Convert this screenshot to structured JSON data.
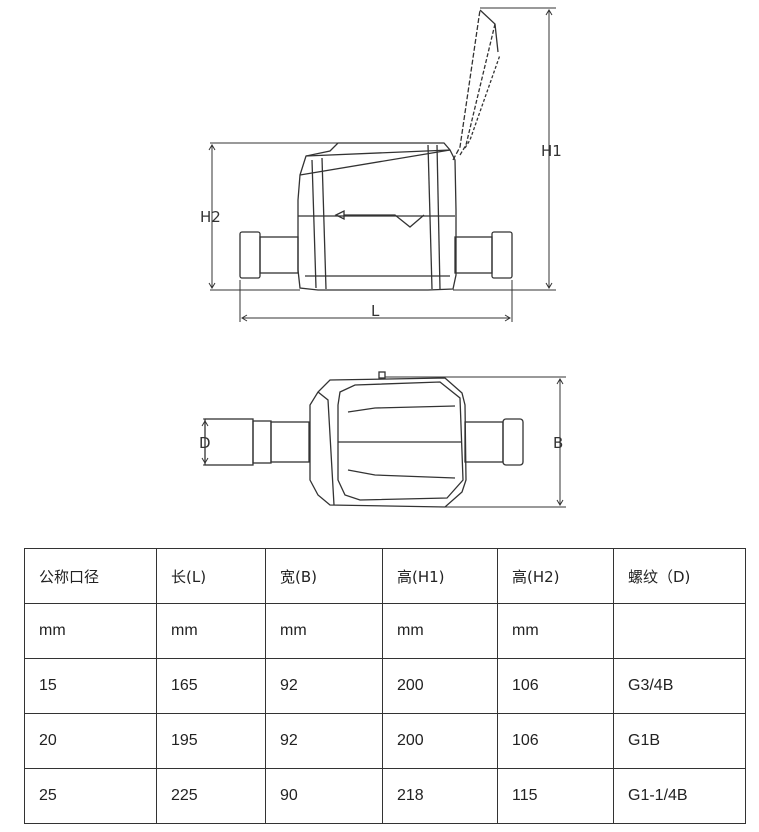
{
  "drawing": {
    "side_view": {
      "labels": {
        "h1": "H1",
        "h2": "H2",
        "length": "L"
      }
    },
    "top_view": {
      "labels": {
        "diameter": "D",
        "width": "B"
      }
    }
  },
  "table": {
    "columns": [
      "公称口径",
      "长(L)",
      "宽(B)",
      "高(H1)",
      "高(H2)",
      "螺纹（D)"
    ],
    "units": [
      "mm",
      "mm",
      "mm",
      "mm",
      "mm",
      ""
    ],
    "rows": [
      [
        "15",
        "165",
        "92",
        "200",
        "106",
        "G3/4B"
      ],
      [
        "20",
        "195",
        "92",
        "200",
        "106",
        "G1B"
      ],
      [
        "25",
        "225",
        "90",
        "218",
        "115",
        "G1-1/4B"
      ]
    ]
  }
}
